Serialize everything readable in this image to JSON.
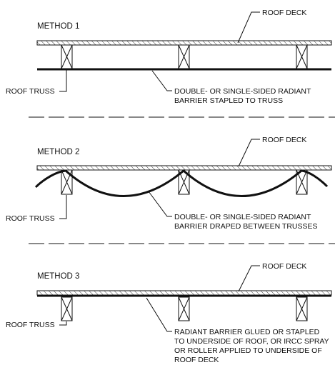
{
  "methods": [
    {
      "title": "METHOD 1",
      "roof_deck_label": "ROOF DECK",
      "roof_truss_label": "ROOF TRUSS",
      "barrier_label_lines": [
        "DOUBLE- OR SINGLE-SIDED RADIANT",
        "BARRIER STAPLED TO TRUSS"
      ]
    },
    {
      "title": "METHOD 2",
      "roof_deck_label": "ROOF DECK",
      "roof_truss_label": "ROOF TRUSS",
      "barrier_label_lines": [
        "DOUBLE- OR SINGLE-SIDED RADIANT",
        "BARRIER DRAPED BETWEEN TRUSSES"
      ]
    },
    {
      "title": "METHOD 3",
      "roof_deck_label": "ROOF DECK",
      "roof_truss_label": "ROOF TRUSS",
      "barrier_label_lines": [
        "RADIANT BARRIER GLUED OR STAPLED",
        "TO UNDERSIDE OF ROOF, OR IRCC SPRAY",
        "OR ROLLER APPLIED TO UNDERSIDE OF",
        "ROOF DECK"
      ]
    }
  ]
}
